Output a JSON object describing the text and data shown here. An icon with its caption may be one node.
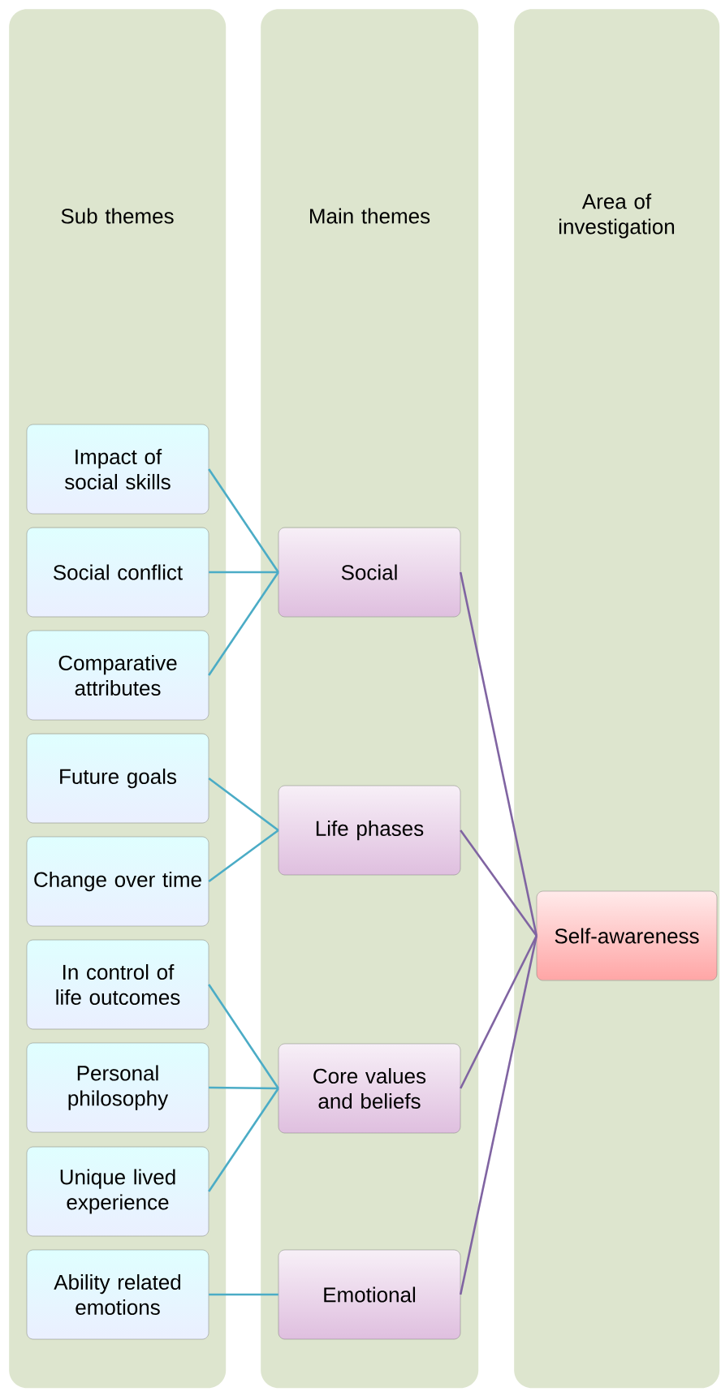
{
  "diagram": {
    "nodes": [
      {
        "text": [
          "Sub themes"
        ]
      },
      {
        "text": [
          "Main themes"
        ]
      },
      {
        "text": [
          "Area of investigation"
        ]
      },
      {
        "text": [
          "Impact of social skills"
        ],
        "in": 0
      },
      {
        "text": [
          "Social conflict"
        ],
        "in": 0
      },
      {
        "text": [
          "Comparative attributes"
        ],
        "in": 0
      },
      {
        "text": [
          "Future goals"
        ],
        "in": 0
      },
      {
        "text": [
          "Change over time"
        ],
        "in": 0
      },
      {
        "text": [
          "In control of life outcomes"
        ],
        "in": 0
      },
      {
        "text": [
          "Personal philosophy"
        ],
        "in": 0
      },
      {
        "text": [
          "Unique lived experience"
        ],
        "in": 0
      },
      {
        "text": [
          "Ability related emotions"
        ],
        "in": 0
      },
      {
        "text": [
          "Social"
        ],
        "in": 1
      },
      {
        "text": [
          "Life phases"
        ],
        "in": 1
      },
      {
        "text": [
          "Core values and beliefs"
        ],
        "in": 1
      },
      {
        "text": [
          "Emotional"
        ],
        "in": 1
      },
      {
        "text": [
          "Self-awareness"
        ],
        "in": 2
      }
    ],
    "edges": [
      {
        "from": 3,
        "to": 12,
        "arrow": "none"
      },
      {
        "from": 4,
        "to": 12,
        "arrow": "none"
      },
      {
        "from": 5,
        "to": 12,
        "arrow": "none"
      },
      {
        "from": 6,
        "to": 13,
        "arrow": "none"
      },
      {
        "from": 7,
        "to": 13,
        "arrow": "none"
      },
      {
        "from": 8,
        "to": 14,
        "arrow": "none"
      },
      {
        "from": 9,
        "to": 14,
        "arrow": "none"
      },
      {
        "from": 10,
        "to": 14,
        "arrow": "none"
      },
      {
        "from": 11,
        "to": 15,
        "arrow": "none"
      },
      {
        "from": 12,
        "to": 16,
        "arrow": "none",
        "color": "#8064a2"
      },
      {
        "from": 13,
        "to": 16,
        "arrow": "none",
        "color": "#8064a2"
      },
      {
        "from": 14,
        "to": 16,
        "arrow": "none",
        "color": "#8064a2"
      },
      {
        "from": 15,
        "to": 16,
        "arrow": "none",
        "color": "#8064a2"
      }
    ]
  }
}
